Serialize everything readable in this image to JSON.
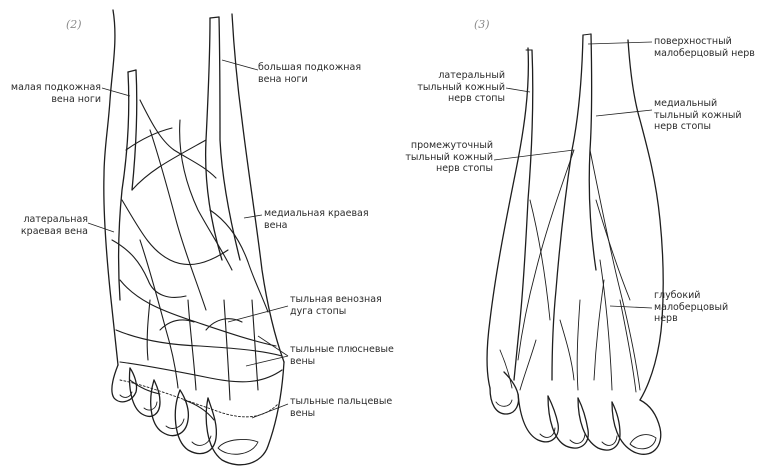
{
  "panels": [
    {
      "number": "(2)",
      "labels": {
        "small_saphenous": "малая подкожная\nвена ноги",
        "great_saphenous": "большая подкожная\nвена ноги",
        "lateral_marginal": "латеральная\nкраевая вена",
        "medial_marginal": "медиальная краевая\nвена",
        "venous_arch": "тыльная венозная\nдуга стопы",
        "metatarsal_veins": "тыльные плюсневые\nвены",
        "digital_veins": "тыльные пальцевые\nвены"
      }
    },
    {
      "number": "(3)",
      "labels": {
        "superficial_peroneal": "поверхностный\nмалоберцовый нерв",
        "lateral_cutaneous": "латеральный\nтыльный кожный\nнерв стопы",
        "medial_cutaneous": "медиальный\nтыльный кожный\nнерв стопы",
        "intermediate_cutaneous": "промежуточный\nтыльный кожный\nнерв стопы",
        "deep_peroneal": "глубокий\nмалоберцовый\nнерв"
      }
    }
  ]
}
